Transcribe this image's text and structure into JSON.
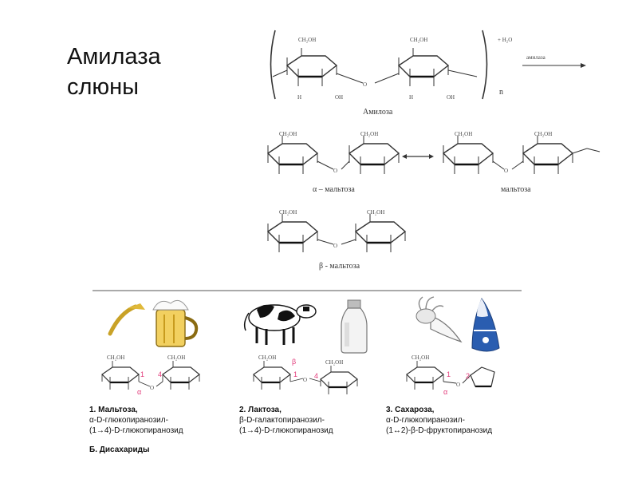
{
  "slide": {
    "title_line1": "Амилаза",
    "title_line2": "слюны"
  },
  "top_scheme": {
    "amylose_label": "Амилоза",
    "subscript_n": "n",
    "plus_water": "+ H₂O",
    "enzyme_label": "амилаза",
    "alpha_maltose": "α – мальтоза",
    "maltose": "мальтоза",
    "beta_maltose": "β - мальтоза",
    "ch2oh": "CH₂OH",
    "oh": "OH",
    "h": "H",
    "o": "O"
  },
  "disaccharides": {
    "section_title": "Б. Дисахариды",
    "items": [
      {
        "num": "1.",
        "name": "Мальтоза,",
        "line2": "α-D-глюкопиранозил-",
        "line3": "(1→4)-D-глюкопиранозид",
        "bond_a": "1",
        "bond_b": "4",
        "anomer": "α"
      },
      {
        "num": "2.",
        "name": "Лактоза,",
        "line2": "β-D-галактопиранозил-",
        "line3": "(1→4)-D-глюкопиранозид",
        "bond_a": "1",
        "bond_b": "4",
        "anomer": "β"
      },
      {
        "num": "3.",
        "name": "Сахароза,",
        "line2": "α-D-глюкопиранозил-",
        "line3": "(1↔2)-β-D-фруктопиранозид",
        "bond_a": "1",
        "bond_b": "2",
        "anomer": "α"
      }
    ]
  },
  "colors": {
    "accent_pink": "#e23a7a",
    "line_gray": "#333333"
  }
}
